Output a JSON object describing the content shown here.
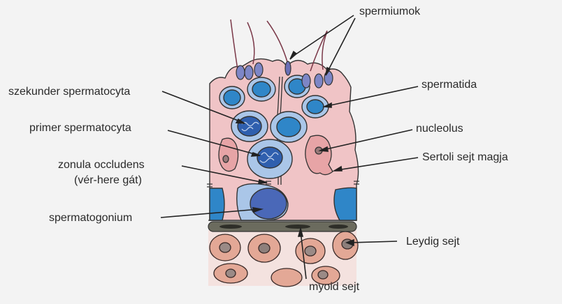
{
  "labels": {
    "spermiumok": "spermiumok",
    "spermatida": "spermatida",
    "szekunder": "szekunder spermatocyta",
    "primer": "primer spermatocyta",
    "nucleolus": "nucleolus",
    "zonula_line1": "zonula occludens",
    "zonula_line2": "(vér-here gát)",
    "sertoli": "Sertoli sejt magja",
    "spermatogonium": "spermatogonium",
    "leydig": "Leydig sejt",
    "myoid": "myoid sejt"
  },
  "colors": {
    "background": "#f3f3f3",
    "sertoli_cytoplasm": "#f0c4c6",
    "germ_cell_nucleus": "#2f7fbf",
    "spermatogonium_nucleus": "#4a68b8",
    "myoid_layer": "#6b6b5e",
    "leydig_cell": "#e3a896",
    "interstitium": "#f4e2df"
  }
}
